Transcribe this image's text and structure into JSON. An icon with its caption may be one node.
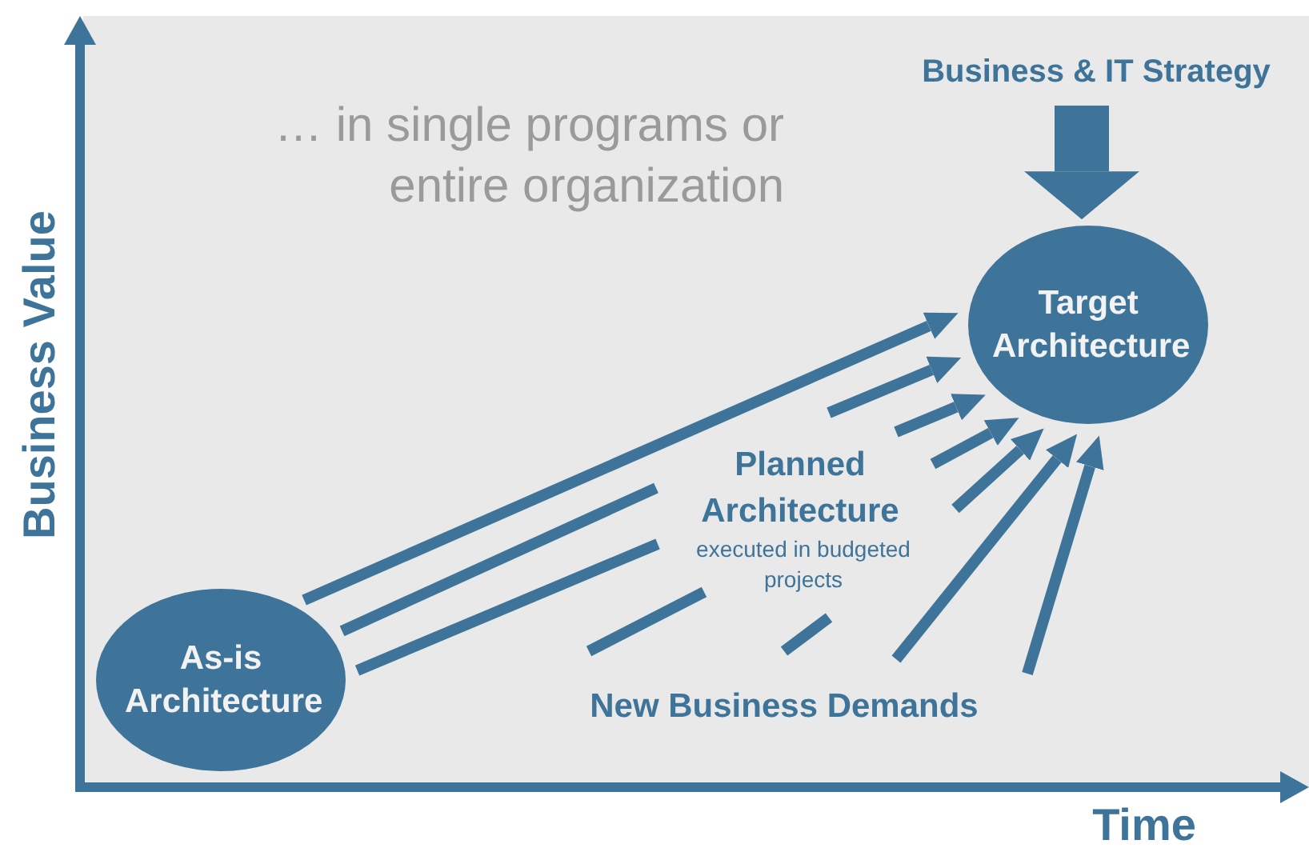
{
  "diagram": {
    "nodes": [
      {
        "text": [
          "Business & IT Strategy"
        ]
      },
      {
        "text": [
          "Target Architecture"
        ]
      },
      {
        "text": [
          "As-is Architecture"
        ]
      }
    ],
    "edges": [
      {
        "from": 0,
        "to": 1,
        "arrow": "to",
        "style": "thick"
      },
      {
        "from": 2,
        "to": 1,
        "arrow": "to"
      },
      {
        "from": 2,
        "to": null,
        "arrow": "none"
      },
      {
        "from": 2,
        "to": null,
        "arrow": "none"
      },
      {
        "from": null,
        "to": 1,
        "arrow": "to"
      },
      {
        "from": null,
        "to": 1,
        "arrow": "to"
      },
      {
        "from": null,
        "to": 1,
        "arrow": "to"
      },
      {
        "from": null,
        "to": 1,
        "arrow": "to"
      },
      {
        "from": null,
        "to": 1,
        "arrow": "to"
      },
      {
        "from": null,
        "to": 1,
        "arrow": "to"
      }
    ],
    "labels": [
      "… in single programs or entire organization",
      "Planned Architecture",
      "executed in budgeted projects",
      "New Business Demands",
      "Business Value",
      "Time"
    ]
  }
}
